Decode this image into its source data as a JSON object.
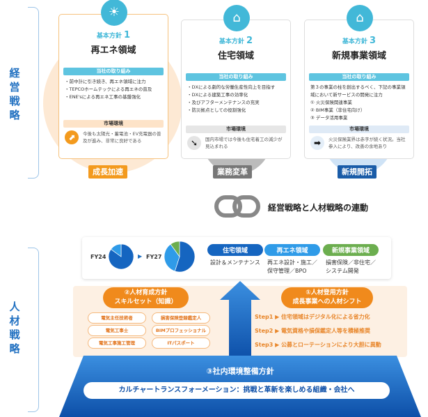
{
  "strategy": {
    "label": "経営戦略",
    "cards": [
      {
        "policy": "基本方針",
        "num": "1",
        "title": "再エネ領域",
        "efforts_label": "当社の取り組み",
        "efforts": [
          "前中計に引き続き、再エネ領域に注力",
          "TEPCOホームテックによる再エネの普及",
          "ENE'sによる再エネ工事の基盤強化"
        ],
        "market_label": "市場環境",
        "market": "今後も太陽光・蓄電池・EV充電器の普及が進み、非常に良好である",
        "tag": "成長加速",
        "icon": "solar-panel-icon"
      },
      {
        "policy": "基本方針",
        "num": "2",
        "title": "住宅領域",
        "efforts_label": "当社の取り組み",
        "efforts": [
          "DXによる劇的な労働生産性向上を目指す",
          "DXによる建築工事の効率化",
          "及びアフターメンテナンスの充実",
          "防災拠点としての役割強化"
        ],
        "market_label": "市場環境",
        "market": "国内市場では今後も住宅着工の減少が見込まれる",
        "tag": "業務変革",
        "icon": "house-icon"
      },
      {
        "policy": "基本方針",
        "num": "3",
        "title": "新規事業領域",
        "efforts_label": "当社の取り組み",
        "efforts": [
          "第３の事業の柱を創出するべく、下記の事業領域において新サービスの開発に注力",
          "① 火災保険関連事業",
          "② BIM事業（非住宅向け）",
          "③ データ活用事業"
        ],
        "market_label": "市場環境",
        "market": "火災保険業界は赤字が続く状況。当社参入により、改善の余地あり",
        "tag": "新規開拓",
        "icon": "house-fire-icon"
      }
    ]
  },
  "link": {
    "text": "経営戦略と人材戦略の連動"
  },
  "hr": {
    "label": "人材戦略",
    "fy_from": "FY24",
    "fy_to": "FY27",
    "pies": {
      "fy24": [
        {
          "name": "住宅領域",
          "value": 85
        },
        {
          "name": "再エネ領域",
          "value": 15
        }
      ],
      "fy27": [
        {
          "name": "住宅領域",
          "value": 55
        },
        {
          "name": "再エネ領域",
          "value": 35
        },
        {
          "name": "新規事業領域",
          "value": 10
        }
      ]
    },
    "domains": [
      {
        "name": "住宅領域",
        "desc": "設計＆メンテナンス",
        "color": "#1565c0"
      },
      {
        "name": "再エネ領域",
        "desc": "再エネ設計・施工／保守管理／BPO",
        "color": "#2f9be8"
      },
      {
        "name": "新規事業領域",
        "desc": "損害保険／非住宅／システム開発",
        "color": "#6cae4f"
      }
    ],
    "training": {
      "title1": "②人材育成方針",
      "title2": "スキルセット（知識）",
      "skills": [
        "電気主任技術者",
        "損害保険登録鑑定人",
        "電気工事士",
        "BIMプロフェッショナル",
        "電気工事施工管理",
        "ITパスポート"
      ]
    },
    "hiring": {
      "title1": "①人材登用方針",
      "title2": "成長事業への人材シフト",
      "steps": [
        {
          "step": "Step1",
          "text": "住宅領域はデジタル化による省力化"
        },
        {
          "step": "Step2",
          "text": "電気資格や損保鑑定人等を積極推奨"
        },
        {
          "step": "Step3",
          "text": "公募とローテーションにより大胆に異動"
        }
      ]
    },
    "env": {
      "title": "③社内環境整備方針",
      "slogan": "カルチャートランスフォーメーション：挑戦と革新を楽しめる組織・会社へ"
    }
  }
}
